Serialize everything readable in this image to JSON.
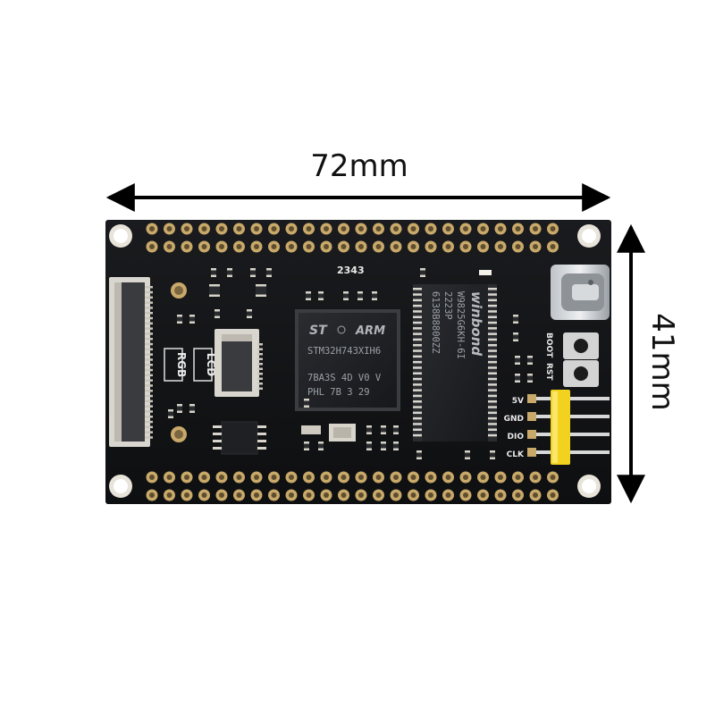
{
  "dimensions": {
    "width_label": "72mm",
    "height_label": "41mm"
  },
  "board": {
    "silkscreen": {
      "rgb": "RGB",
      "lcd": "LCD",
      "boot": "BOOT",
      "rst": "RST",
      "pin_5v": "5V",
      "pin_gnd": "GND",
      "pin_dio": "DIO",
      "pin_clk": "CLK",
      "code": "2343"
    },
    "mcu": {
      "brand": "ARM",
      "line1": "STM32H743XIH6",
      "line2": "7BA3S 4D V0 V",
      "line3": "PHL 7B 3 29"
    },
    "sdram": {
      "brand": "winbond",
      "line1": "W9825G6KH-6I",
      "line2": "2223P",
      "line3": "6138B8800ZZ"
    }
  },
  "colors": {
    "pcb": "#121315",
    "pad_gold": "#c8a96a",
    "header_yellow": "#f2d21e",
    "mounting_hole": "#e8e4da"
  }
}
